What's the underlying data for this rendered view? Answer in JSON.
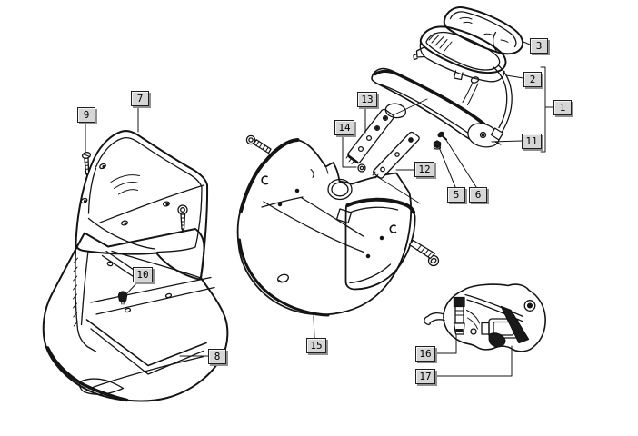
{
  "diagram": {
    "background_color": "#ffffff",
    "line_color": "#141414",
    "callout_style": {
      "fill": "#d6d6d6",
      "border": "#1f1f1f",
      "shadow": "#8f8f8f",
      "text_color": "#000000"
    },
    "callouts": [
      {
        "text": "1"
      },
      {
        "text": "2"
      },
      {
        "text": "3"
      },
      {
        "text": "5"
      },
      {
        "text": "6"
      },
      {
        "text": "7"
      },
      {
        "text": "8"
      },
      {
        "text": "9"
      },
      {
        "text": "10"
      },
      {
        "text": "11"
      },
      {
        "text": "12"
      },
      {
        "text": "13"
      },
      {
        "text": "14"
      },
      {
        "text": "15"
      },
      {
        "text": "16"
      },
      {
        "text": "17"
      }
    ]
  }
}
